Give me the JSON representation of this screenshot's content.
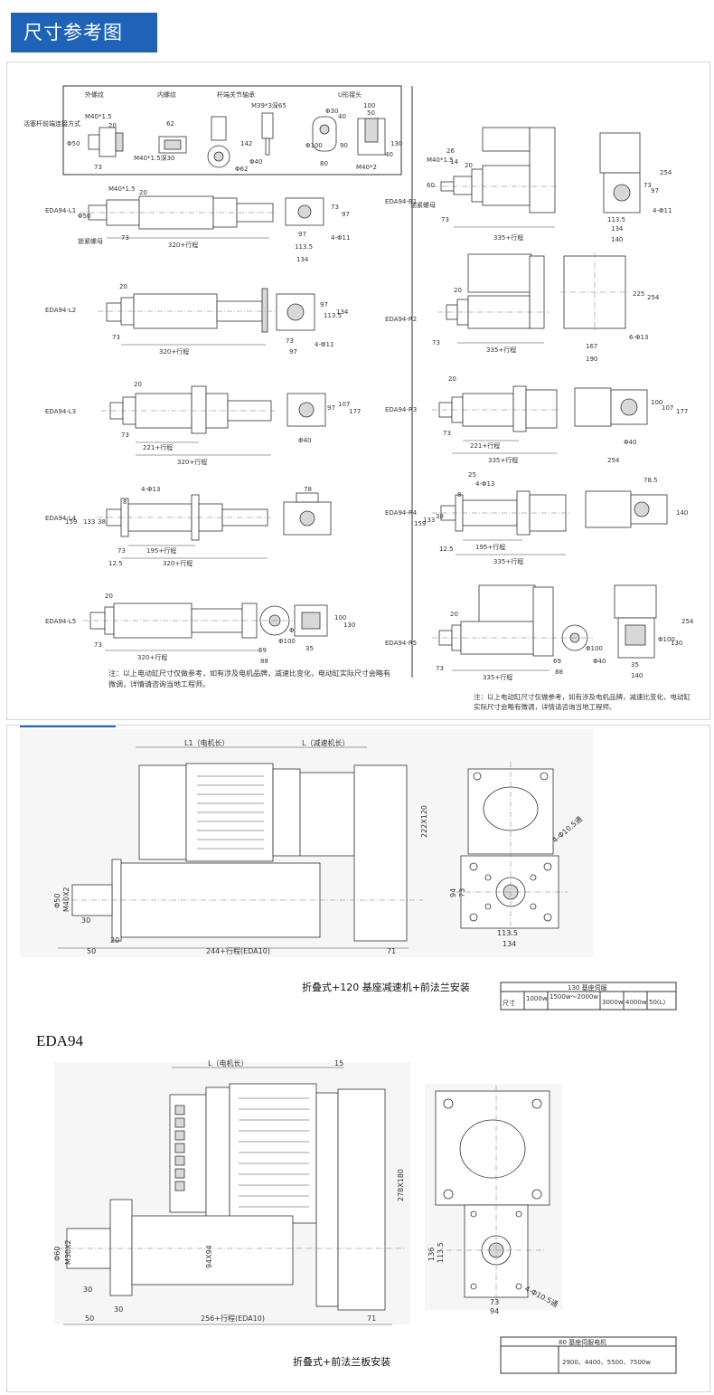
{
  "header": {
    "title": "尺寸参考图"
  },
  "panel1": {
    "connection_label": "活塞杆前端连接方式",
    "connection_types": [
      "外螺纹",
      "内螺纹",
      "杆端关节轴承",
      "U形接头"
    ],
    "connection_dims": {
      "ext_thread": [
        "M40*1.5",
        "Φ50",
        "20",
        "73"
      ],
      "int_thread": [
        "62",
        "M40*1.5深30"
      ],
      "rod_end": [
        "M39*3深65",
        "142",
        "Φ40",
        "Φ62"
      ],
      "clevis": [
        "40",
        "Φ30",
        "Φ100",
        "80",
        "90",
        "50",
        "100",
        "130",
        "40",
        "M40*2"
      ]
    },
    "lock_nut": "锁紧螺母",
    "left_models": [
      {
        "model": "EDA94-L1",
        "dims": [
          "M40*1.5",
          "Φ50",
          "20",
          "73",
          "320+行程"
        ],
        "end_dims": [
          "73",
          "97",
          "97",
          "113.5",
          "134",
          "4-Φ11"
        ]
      },
      {
        "model": "EDA94-L2",
        "dims": [
          "20",
          "73",
          "320+行程"
        ],
        "end_dims": [
          "97",
          "113.5",
          "134",
          "73",
          "97",
          "4-Φ11"
        ]
      },
      {
        "model": "EDA94-L3",
        "dims": [
          "20",
          "73",
          "221+行程",
          "320+行程"
        ],
        "end_dims": [
          "97",
          "107",
          "177",
          "Φ40"
        ]
      },
      {
        "model": "EDA94-L4",
        "dims": [
          "4-Φ13",
          "8",
          "38",
          "133",
          "159",
          "73",
          "12.5",
          "195+行程",
          "320+行程"
        ],
        "end_dims": [
          "78"
        ]
      },
      {
        "model": "EDA94-L5",
        "dims": [
          "20",
          "73",
          "320+行程",
          "69",
          "88",
          "Φ100",
          "Φ40"
        ],
        "end_dims": [
          "35",
          "100",
          "130"
        ]
      }
    ],
    "right_models": [
      {
        "model": "EDA94-R1",
        "dims": [
          "M40*1.5",
          "60",
          "26",
          "14",
          "20",
          "73",
          "335+行程"
        ],
        "end_dims": [
          "254",
          "73",
          "97",
          "4-Φ11",
          "113.5",
          "134",
          "140"
        ]
      },
      {
        "model": "EDA94-R2",
        "dims": [
          "20",
          "73",
          "335+行程"
        ],
        "end_dims": [
          "225",
          "254",
          "6-Φ13",
          "167",
          "190"
        ]
      },
      {
        "model": "EDA94-R3",
        "dims": [
          "20",
          "73",
          "221+行程",
          "335+行程"
        ],
        "end_dims": [
          "100",
          "107",
          "177",
          "Φ40",
          "254"
        ]
      },
      {
        "model": "EDA94-R4",
        "dims": [
          "25",
          "4-Φ13",
          "8",
          "38",
          "133",
          "159",
          "12.5",
          "195+行程",
          "335+行程"
        ],
        "end_dims": [
          "78.5",
          "140"
        ]
      },
      {
        "model": "EDA94-R5",
        "dims": [
          "20",
          "73",
          "335+行程",
          "69",
          "88",
          "Φ100",
          "Φ40"
        ],
        "end_dims": [
          "254",
          "Φ100",
          "130",
          "35",
          "140"
        ]
      }
    ],
    "note_left": "注：以上电动缸尺寸仅做参考，如有涉及电机品牌，减速比变化，电动缸实际尺寸会略有微调，详情请咨询当地工程师。",
    "note_right": "注：以上电动缸尺寸仅做参考，如有涉及电机品牌，减速比变化，电动缸实际尺寸会略有微调，详情请咨询当地工程师。"
  },
  "drawing2": {
    "l1_label": "L1（电机长）",
    "l_label": "L（减速机长）",
    "height": "222X120",
    "stroke_label": "244+行程(EDA10)",
    "dims": [
      "Φ50",
      "M40X2",
      "30",
      "50",
      "20",
      "71"
    ],
    "flange_dims": [
      "94",
      "73",
      "113.5",
      "134",
      "4-Φ10.5通"
    ],
    "caption": "折叠式+120 基座减速机+前法兰安装",
    "table": {
      "title": "130 基座伺服",
      "row_label": "尺寸",
      "cells": [
        "1000w",
        "1500w～2000w",
        "3000w",
        "4000w",
        "50(L)"
      ]
    }
  },
  "model_title": "EDA94",
  "drawing3": {
    "l_label": "L（电机长）",
    "top_dim": "15",
    "height": "278X180",
    "body_dim": "94X94",
    "stroke_label": "256+行程(EDA10)",
    "dims": [
      "Φ60",
      "M30X2",
      "30",
      "50",
      "30",
      "71"
    ],
    "flange_dims": [
      "136",
      "113.5",
      "73",
      "94",
      "4-Φ10.5通"
    ],
    "caption": "折叠式+前法兰板安装",
    "table": {
      "title": "80 基座伺服电机",
      "cells": [
        "2900、4400、5500、7500w"
      ]
    }
  }
}
